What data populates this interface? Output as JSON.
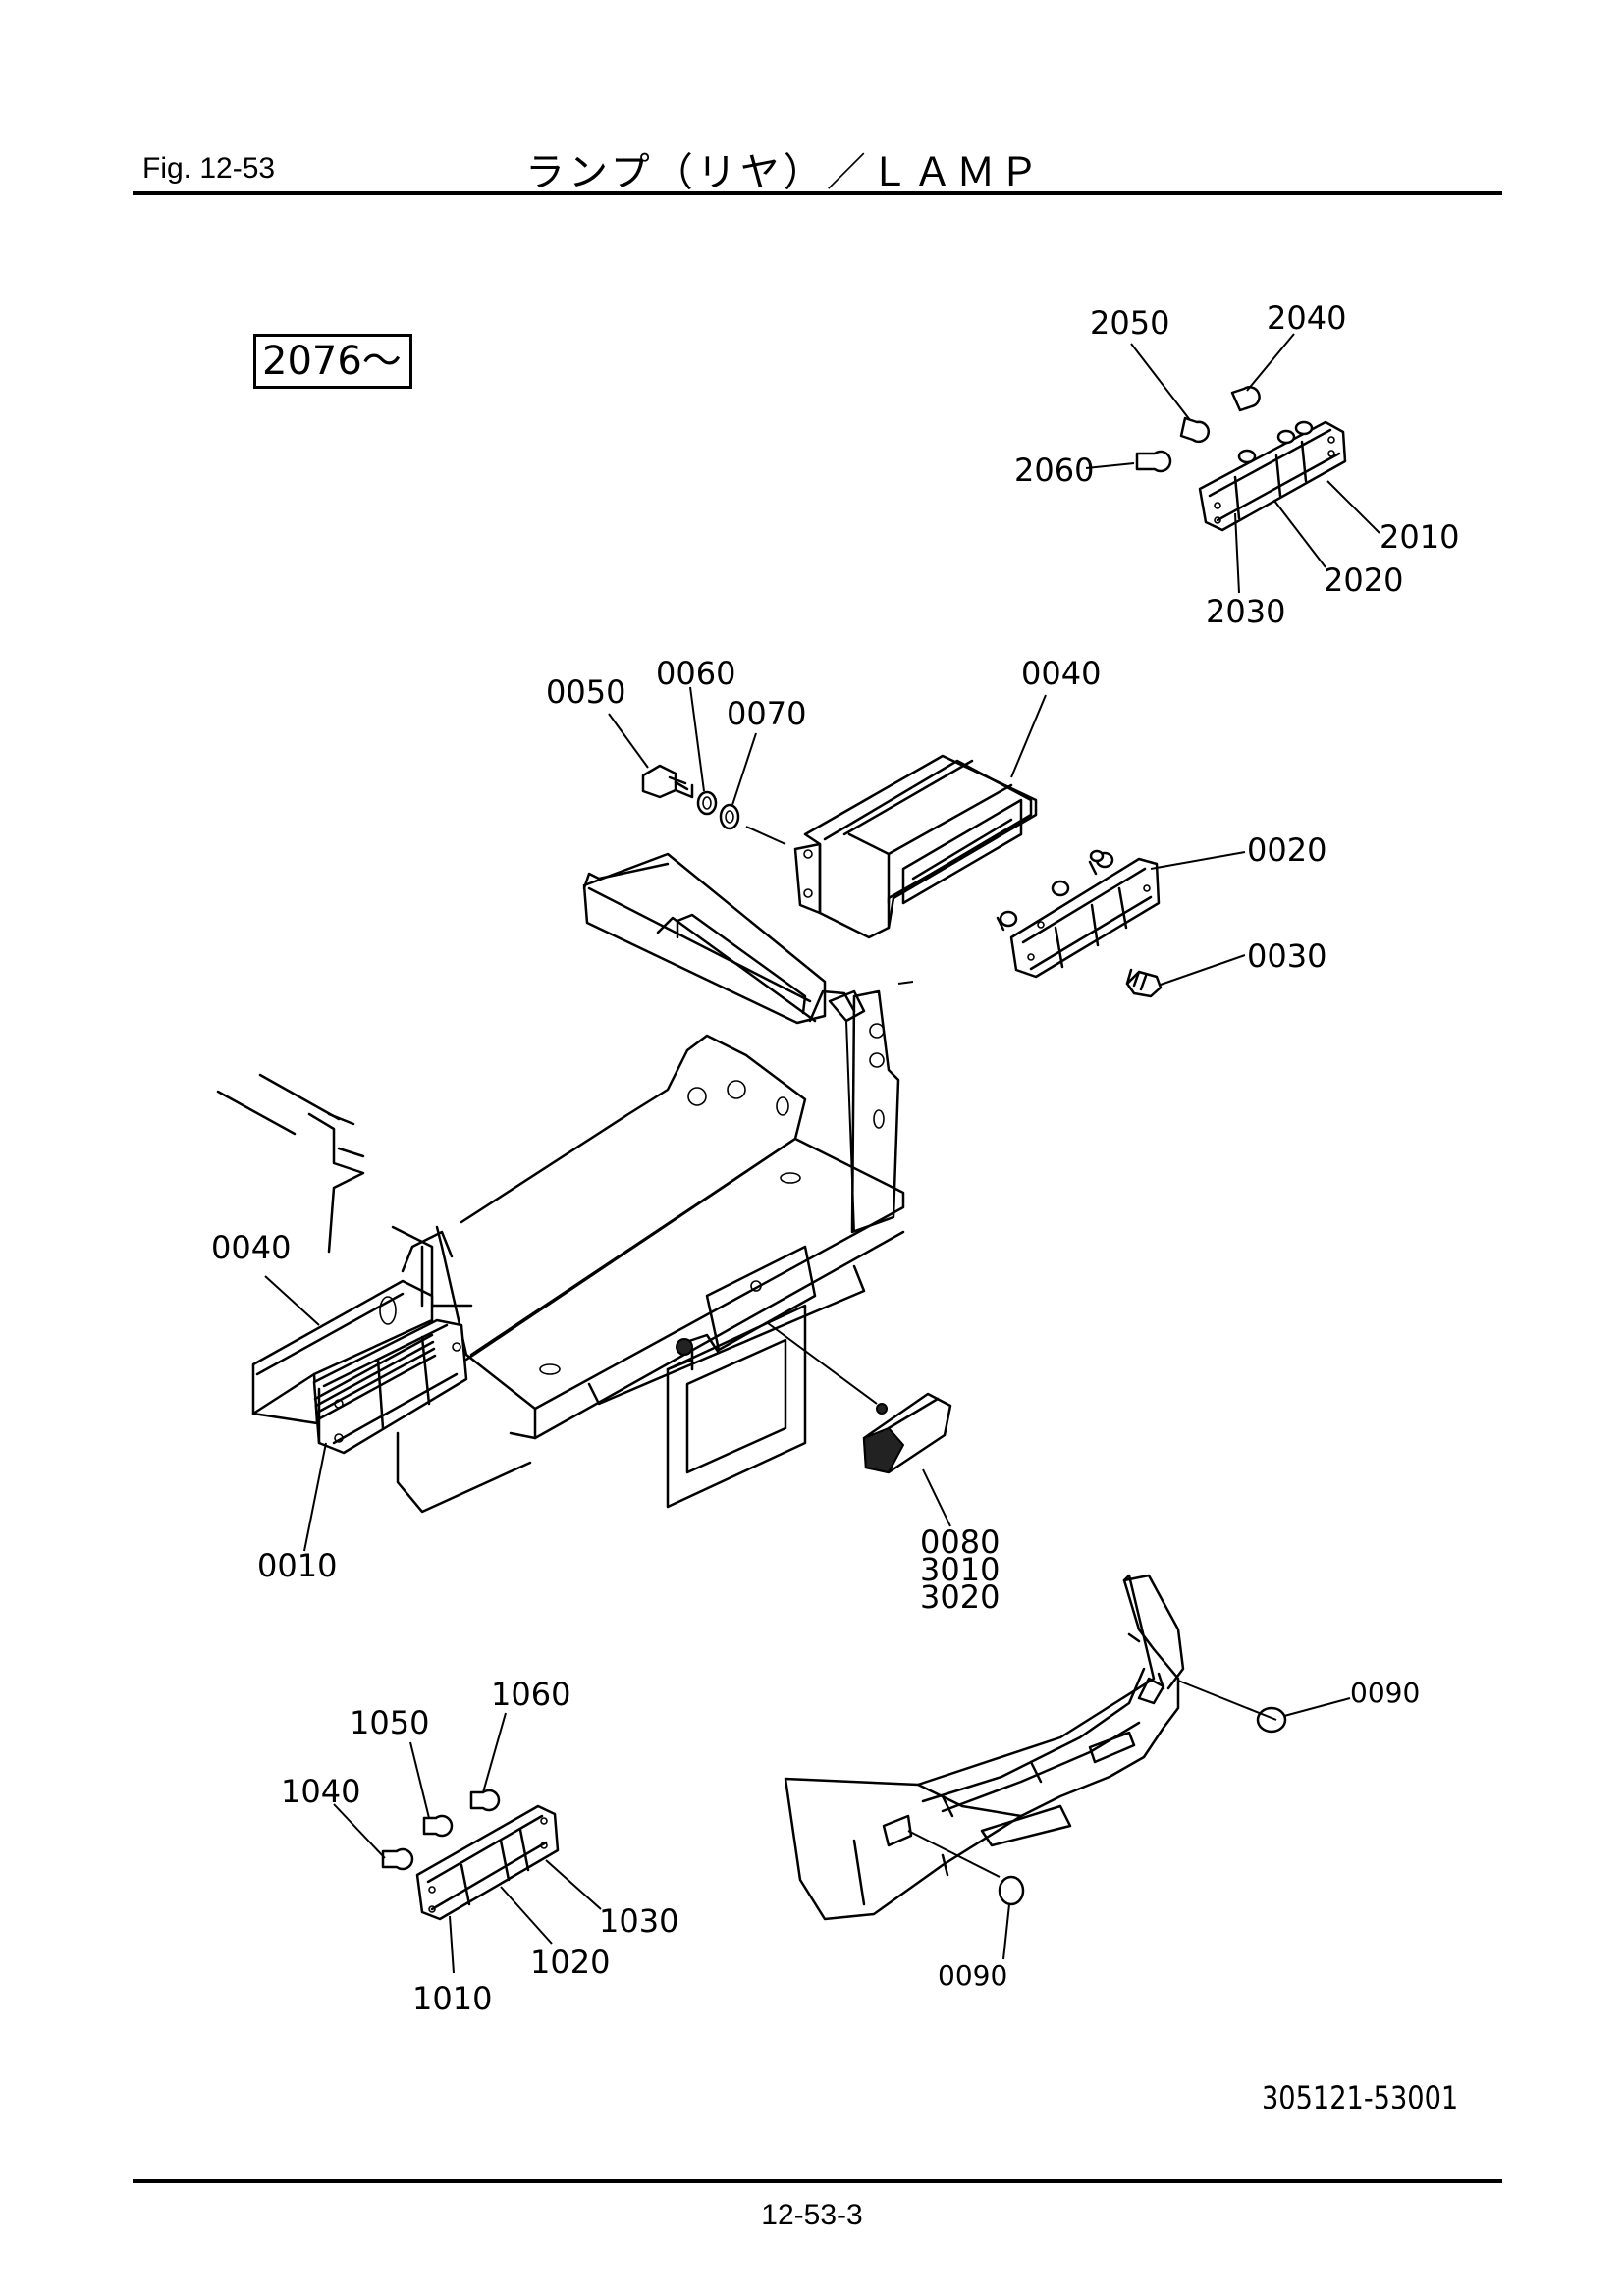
{
  "header": {
    "fig_label": "Fig.  12-53",
    "title": "ランプ（リヤ）／ＬＡＭＰ"
  },
  "serial_range": "2076～",
  "callouts": {
    "c0010": "0010",
    "c0020": "0020",
    "c0030": "0030",
    "c0040a": "0040",
    "c0040b": "0040",
    "c0050": "0050",
    "c0060": "0060",
    "c0070": "0070",
    "c0080": "0080",
    "c3010": "3010",
    "c3020": "3020",
    "c0090a": "0090",
    "c0090b": "0090",
    "c1010": "1010",
    "c1020": "1020",
    "c1030": "1030",
    "c1040": "1040",
    "c1050": "1050",
    "c1060": "1060",
    "c2010": "2010",
    "c2020": "2020",
    "c2030": "2030",
    "c2040": "2040",
    "c2050": "2050",
    "c2060": "2060"
  },
  "footer": {
    "drawing_number": "305121-53001",
    "page_number": "12-53-3"
  }
}
